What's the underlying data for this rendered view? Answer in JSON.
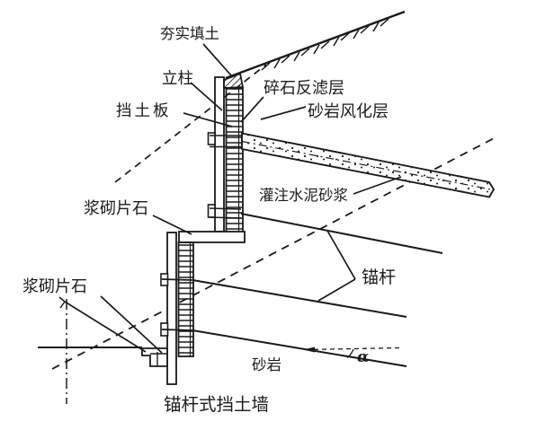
{
  "figure": {
    "type": "engineering-cross-section-diagram",
    "caption": "锚杆式挡土墙",
    "colors": {
      "ink": "#1a1a1a",
      "background": "#ffffff"
    },
    "labels": {
      "compacted_fill": "夯实填土",
      "column": "立柱",
      "retaining_plank": "挡土板",
      "gravel_filter_layer": "碎石反滤层",
      "weathered_sandstone_layer": "砂岩风化层",
      "grouted_cement_mortar": "灌注水泥砂浆",
      "mortared_rubble_top": "浆砌片石",
      "mortared_rubble_bottom": "浆砌片石",
      "anchor_rod": "锚杆",
      "sandstone": "砂岩",
      "dip_angle": "α"
    }
  }
}
